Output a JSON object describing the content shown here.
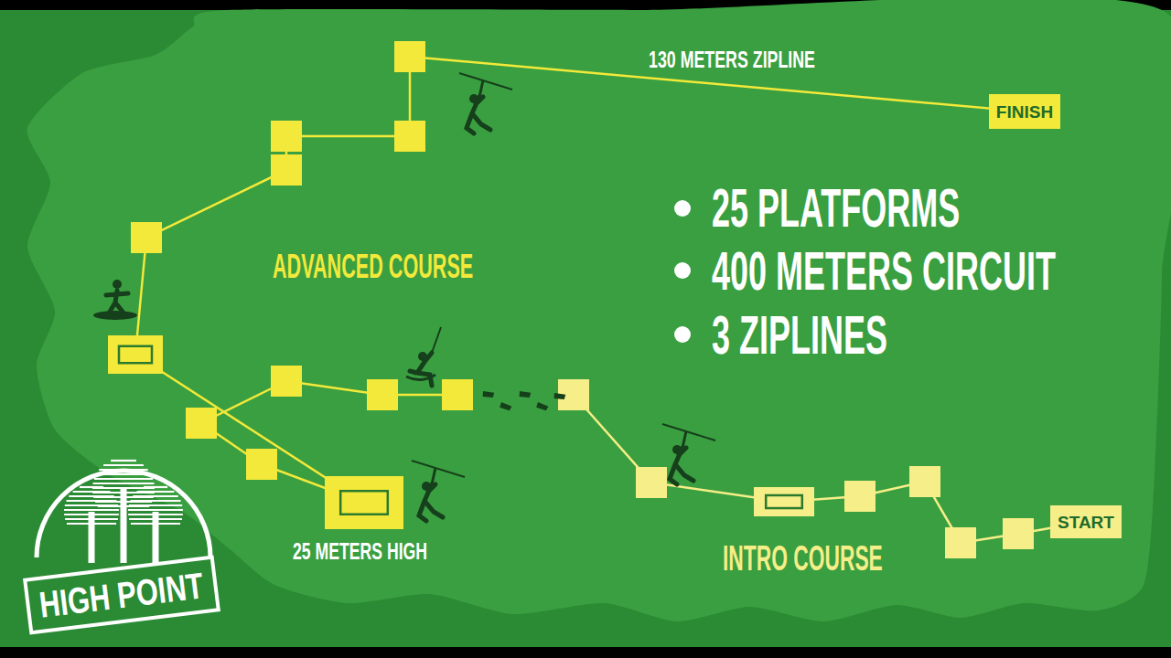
{
  "diagram": {
    "nodes": [
      {
        "text": [
          "FINISH"
        ]
      },
      {
        "text": [
          "START"
        ]
      }
    ],
    "labels": [
      "130 METERS ZIPLINE",
      "25 PLATFORMS",
      "400 METERS CIRCUIT",
      "3 ZIPLINES",
      "ADVANCED COURSE",
      "25 METERS HIGH",
      "INTRO COURSE",
      "HIGH POINT"
    ]
  }
}
